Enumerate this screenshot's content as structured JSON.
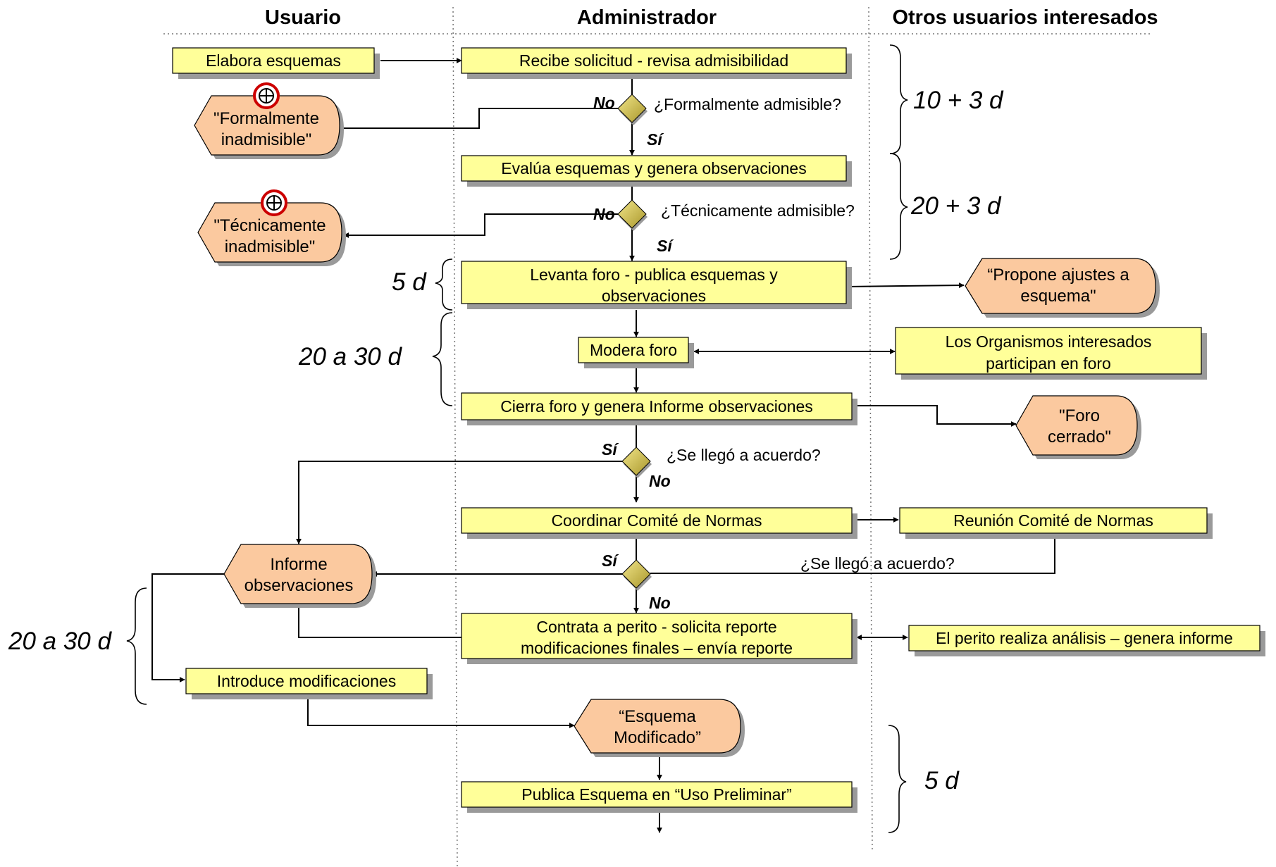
{
  "headers": {
    "usuario": "Usuario",
    "administrador": "Administrador",
    "otros": "Otros usuarios interesados"
  },
  "tasks": {
    "elabora": "Elabora esquemas",
    "recibe": "Recibe solicitud - revisa admisibilidad",
    "evalua": "Evalúa esquemas y genera observaciones",
    "levanta_1": "Levanta foro - publica esquemas y",
    "levanta_2": "observaciones",
    "modera": "Modera foro",
    "organismos_1": "Los Organismos interesados",
    "organismos_2": "participan en foro",
    "cierra": "Cierra foro y genera Informe observaciones",
    "coordinar": "Coordinar Comité de Normas",
    "reunion": "Reunión Comité de Normas",
    "contrata_1": "Contrata a perito -  solicita reporte",
    "contrata_2": "modificaciones finales – envía reporte",
    "perito": "El perito realiza análisis – genera informe",
    "introduce": "Introduce modificaciones",
    "publica": "Publica Esquema en “Uso Preliminar”"
  },
  "terminals": {
    "formal_1": "\"Formalmente",
    "formal_2": "inadmisible\"",
    "tecnica_1": "\"Técnicamente",
    "tecnica_2": "inadmisible\"",
    "propone_1": "“Propone ajustes a",
    "propone_2": "esquema\"",
    "foro_1": "\"Foro",
    "foro_2": "cerrado\"",
    "informe_1": "Informe",
    "informe_2": "observaciones",
    "esquema_1": "“Esquema",
    "esquema_2": "Modificado”"
  },
  "decisions": {
    "formal": "¿Formalmente admisible?",
    "tecnica": "¿Técnicamente admisible?",
    "acuerdo1": "¿Se llegó a acuerdo?",
    "acuerdo2": "¿Se llegó a acuerdo?"
  },
  "answers": {
    "no": "No",
    "si": "Sí"
  },
  "durations": {
    "d1": "10 + 3 d",
    "d2": "20 + 3 d",
    "d3": "5 d",
    "d4": "20  a 30 d",
    "d5": "20 a 30 d",
    "d6": "5 d"
  },
  "colors": {
    "task_fill": "#ffff99",
    "terminal_fill": "#fbc99f",
    "decision_fill": "#c8b73c",
    "stop_icon": "#cc0000",
    "shadow": "#9a9a9a"
  }
}
